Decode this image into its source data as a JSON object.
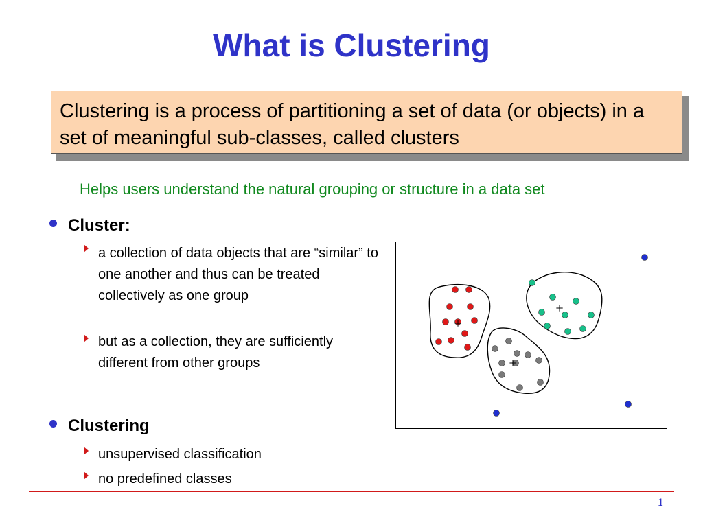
{
  "slide": {
    "title": "What is Clustering",
    "definition": "Clustering is a process of partitioning a set of data (or objects) in a set of meaningful sub-classes, called clusters",
    "subtitle": "Helps users understand the natural grouping or structure in a data set",
    "page_number": "1"
  },
  "bullets": [
    {
      "label": "Cluster:",
      "items": [
        "a collection of data objects that are “similar” to one another and thus can be treated collectively as one group",
        "but as a collection, they are sufficiently different from other groups"
      ]
    },
    {
      "label": "Clustering",
      "items": [
        "unsupervised classification",
        "no predefined classes"
      ]
    }
  ],
  "figure": {
    "colors": {
      "red": "#e01818",
      "teal": "#18c08a",
      "gray": "#7a7a7a",
      "outlier": "#1f2fd0"
    },
    "centroid_marker": "+"
  }
}
